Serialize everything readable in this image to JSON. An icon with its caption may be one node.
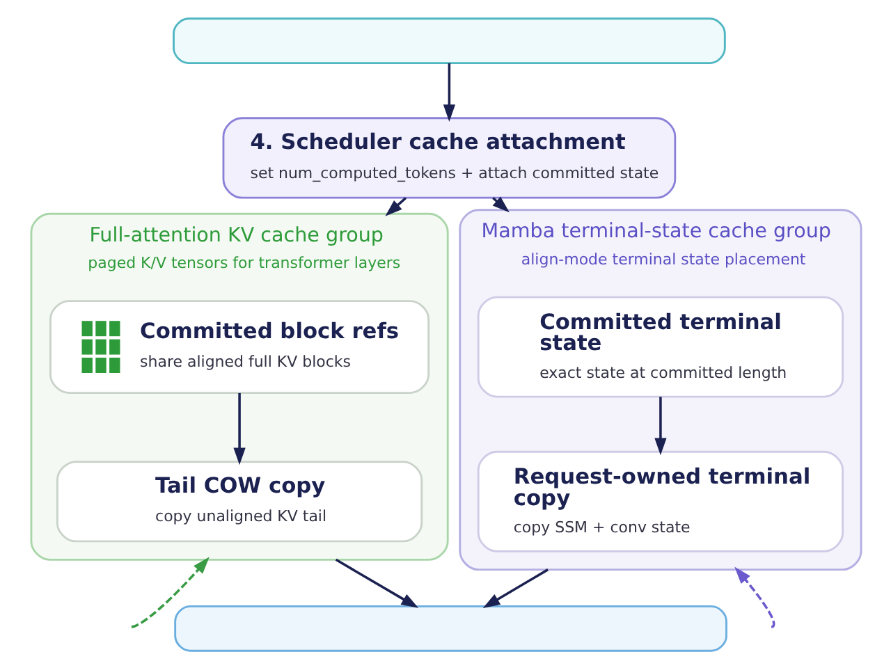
{
  "diagram": {
    "nodes": [
      {
        "text": [],
        "shape": "box"
      },
      {
        "text": [
          "4. Scheduler cache attachment",
          "set num_computed_tokens + attach committed state"
        ]
      },
      {
        "text": [
          "Full-attention KV cache group",
          "paged K/V tensors for transformer layers"
        ]
      },
      {
        "text": [
          "Committed block refs",
          "share aligned full KV blocks"
        ],
        "in": 2
      },
      {
        "text": [
          "Tail COW copy",
          "copy unaligned KV tail"
        ],
        "in": 2
      },
      {
        "text": [
          "Mamba terminal-state cache group",
          "align-mode terminal state placement"
        ]
      },
      {
        "text": [
          "Committed terminal state",
          "exact state at committed length"
        ],
        "in": 5
      },
      {
        "text": [
          "Request-owned terminal copy",
          "copy SSM + conv state"
        ],
        "in": 5
      },
      {
        "text": [],
        "shape": "box"
      }
    ],
    "edges": [
      {
        "from": 0,
        "to": 1,
        "arrow": "to"
      },
      {
        "from": 1,
        "to": 2,
        "arrow": "to"
      },
      {
        "from": 1,
        "to": 5,
        "arrow": "to"
      },
      {
        "from": 3,
        "to": 4,
        "arrow": "to"
      },
      {
        "from": 6,
        "to": 7,
        "arrow": "to"
      },
      {
        "from": 2,
        "to": 8,
        "arrow": "to"
      },
      {
        "from": 5,
        "to": 8,
        "arrow": "to"
      },
      {
        "from": null,
        "to": 2,
        "arrow": "to",
        "style": "dashed",
        "color": "#3a9b45"
      },
      {
        "from": null,
        "to": 5,
        "arrow": "to",
        "style": "dashed",
        "color": "#6a5acd"
      }
    ]
  }
}
